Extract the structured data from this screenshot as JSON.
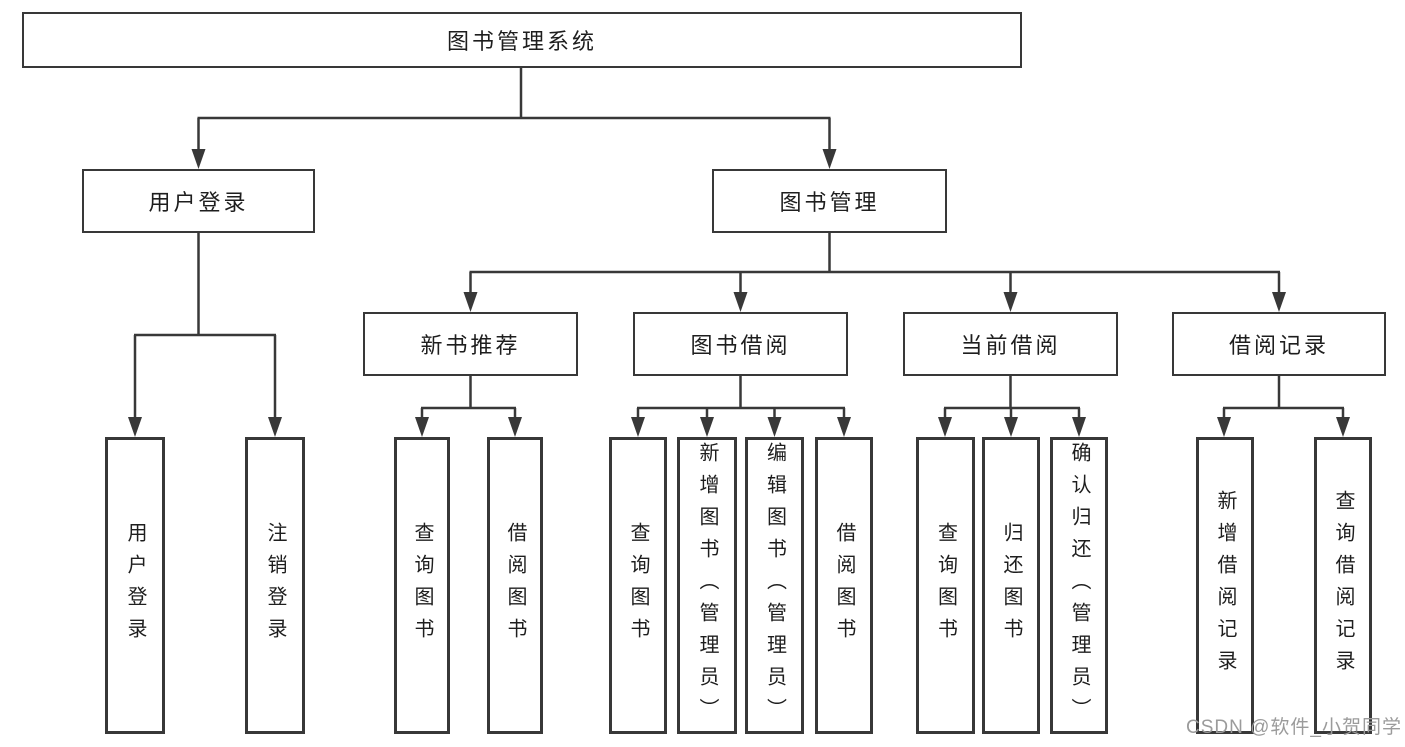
{
  "tree": {
    "label": "图书管理系统",
    "children": [
      {
        "label": "用户登录",
        "children": [
          {
            "label": "用户登录"
          },
          {
            "label": "注销登录"
          }
        ]
      },
      {
        "label": "图书管理",
        "children": [
          {
            "label": "新书推荐",
            "children": [
              {
                "label": "查询图书"
              },
              {
                "label": "借阅图书"
              }
            ]
          },
          {
            "label": "图书借阅",
            "children": [
              {
                "label": "查询图书"
              },
              {
                "label": "新增图书（管理员）"
              },
              {
                "label": "编辑图书（管理员）"
              },
              {
                "label": "借阅图书"
              }
            ]
          },
          {
            "label": "当前借阅",
            "children": [
              {
                "label": "查询图书"
              },
              {
                "label": "归还图书"
              },
              {
                "label": "确认归还（管理员）"
              }
            ]
          },
          {
            "label": "借阅记录",
            "children": [
              {
                "label": "新增借阅记录"
              },
              {
                "label": "查询借阅记录"
              }
            ]
          }
        ]
      }
    ]
  },
  "watermark": "CSDN @软件_小贺同学",
  "colors": {
    "line": "#383838",
    "box_border": "#383838",
    "text": "#1e1e1e",
    "watermark_text": "#9b9b9b",
    "background": "#ffffff"
  }
}
